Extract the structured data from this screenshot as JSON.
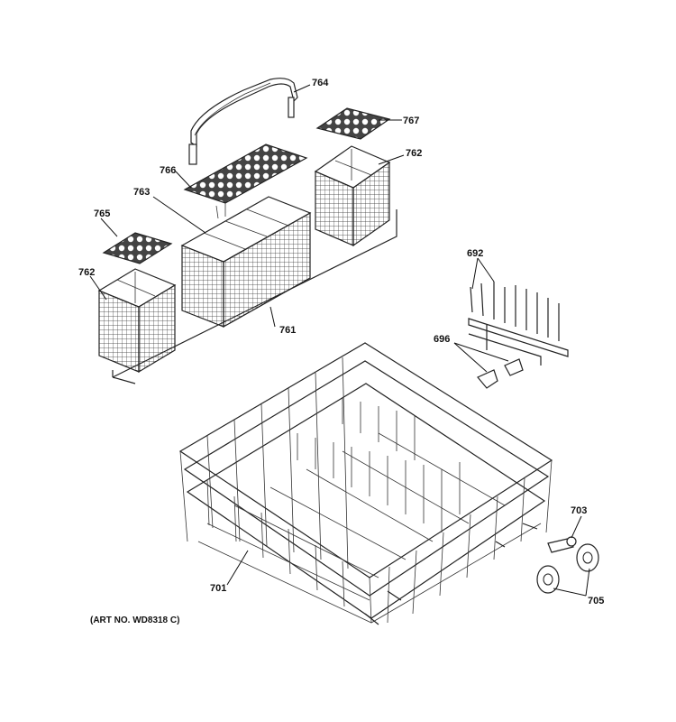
{
  "labels": {
    "p764": "764",
    "p767": "767",
    "p766": "766",
    "p762a": "762",
    "p763": "763",
    "p765": "765",
    "p762b": "762",
    "p761": "761",
    "p692": "692",
    "p696": "696",
    "p703": "703",
    "p701": "701",
    "p705": "705"
  },
  "art_no": "(ART NO. WD8318 C)"
}
